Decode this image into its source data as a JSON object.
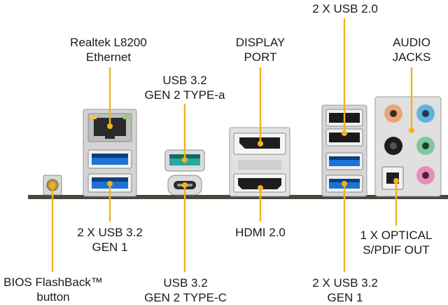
{
  "colors": {
    "leader": "#f0b41e",
    "leader_dot": "#f3b31b",
    "board": "#4b463c",
    "text": "#1a1a1a",
    "usb3_blue": "#1c73d6",
    "usb_black": "#1a1a1a",
    "silver": "#dcdcdc",
    "jack_orange": "#e9a47e",
    "jack_blue": "#5fb3de",
    "jack_black": "#1d1d1d",
    "jack_green": "#7fc79e",
    "jack_pink": "#e88db8",
    "typea_teal": "#28a99b"
  },
  "labels": {
    "ethernet": [
      "Realtek L8200",
      "Ethernet"
    ],
    "usb_gen2_typea": [
      "USB 3.2",
      "GEN 2 TYPE-a"
    ],
    "displayport": [
      "DISPLAY",
      "PORT"
    ],
    "usb20": [
      "2 X USB 2.0"
    ],
    "audio": [
      "AUDIO",
      "JACKS"
    ],
    "usb_gen1_left": [
      "2 X USB 3.2",
      "GEN 1"
    ],
    "hdmi": [
      "HDMI 2.0"
    ],
    "optical": [
      "1 X OPTICAL",
      "S/PDIF OUT"
    ],
    "bios": [
      "BIOS FlashBack™",
      "button"
    ],
    "usb_gen2_typec": [
      "USB 3.2",
      "GEN 2 TYPE-C"
    ],
    "usb_gen1_right": [
      "2 X USB 3.2",
      "GEN 1"
    ]
  }
}
